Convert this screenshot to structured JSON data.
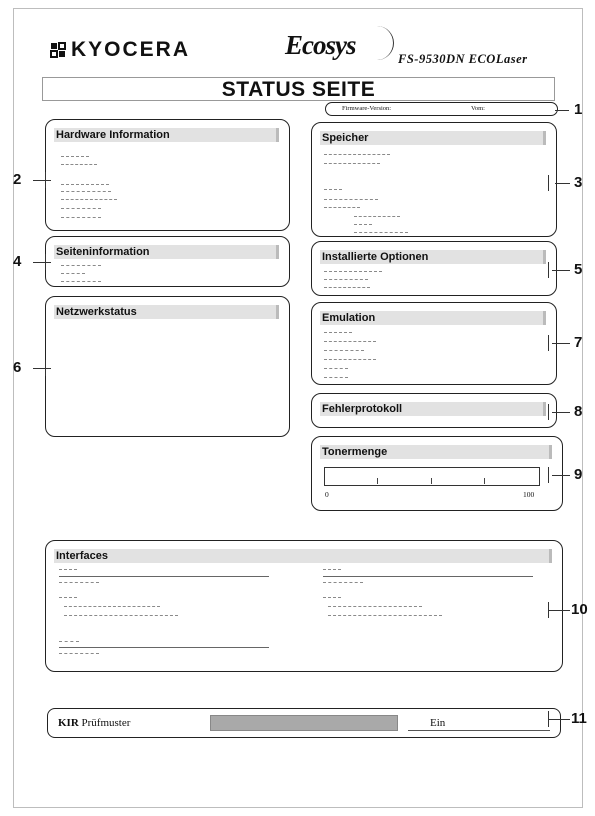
{
  "header": {
    "brand": "KYOCERA",
    "product_logo": "Ecosys",
    "model": "FS-9530DN  ECOLaser",
    "title": "STATUS SEITE"
  },
  "firmware": {
    "version_label": "Firmware-Version:",
    "date_label": "Vom:"
  },
  "sections": {
    "hardware": "Hardware Information",
    "speicher": "Speicher",
    "seiteninfo": "Seiteninformation",
    "optionen": "Installierte Optionen",
    "netzwerk": "Netzwerkstatus",
    "emulation": "Emulation",
    "fehler": "Fehlerprotokoll",
    "toner": "Tonermenge",
    "interfaces": "Interfaces"
  },
  "toner": {
    "scale_min": "0",
    "scale_max": "100"
  },
  "kir": {
    "label_bold": "KIR",
    "label": "Prüfmuster",
    "value": "Ein"
  },
  "callouts": [
    "1",
    "2",
    "3",
    "4",
    "5",
    "6",
    "7",
    "8",
    "9",
    "10",
    "11"
  ]
}
